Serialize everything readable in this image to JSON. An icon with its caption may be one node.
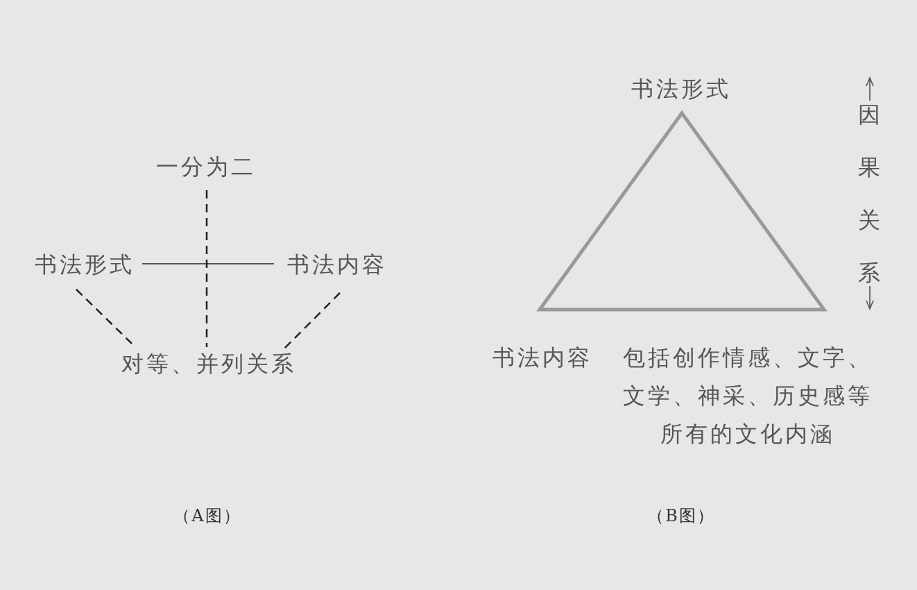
{
  "diagram": {
    "nodes": [
      {
        "text": [
          "一分为二"
        ]
      },
      {
        "text": [
          "书法形式"
        ]
      },
      {
        "text": [
          "书法内容"
        ]
      },
      {
        "text": [
          "对等、并列关系"
        ]
      },
      {
        "text": [
          "书法形式"
        ]
      },
      {
        "text": [],
        "shape": "triangle"
      },
      {
        "text": [
          "书法内容"
        ],
        "beside": [
          "包括创作情感、文字、文学、神采、历史感等所有的文化内涵"
        ]
      }
    ],
    "edges": [
      {
        "from": 0,
        "to": 3,
        "arrow": "none",
        "style": "dashed"
      },
      {
        "from": 1,
        "to": 2,
        "arrow": "none"
      },
      {
        "from": 1,
        "to": 3,
        "arrow": "none",
        "style": "dashed"
      },
      {
        "from": 2,
        "to": 3,
        "arrow": "none",
        "style": "dashed"
      }
    ],
    "labels": [
      "因果关系",
      "（A图）",
      "（B图）"
    ]
  }
}
